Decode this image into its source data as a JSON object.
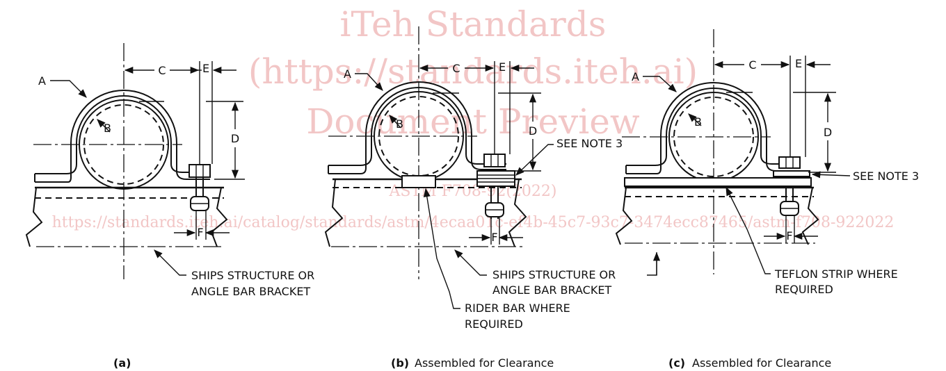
{
  "watermark": {
    "line1": "iTeh Standards",
    "line2": "(https://standards.iteh.ai)",
    "line3": "Document Preview",
    "line4": "ASTM F708-92(2022)",
    "url": "https://standards.iteh.ai/catalog/standards/astm/4ecaa01c-ef4b-45c7-93c7-3474ecc87465/astm-f708-922022"
  },
  "figures": [
    {
      "caption_bold": "(a)",
      "caption_rest": "",
      "labels": {
        "a": "A",
        "b": "B",
        "c": "C",
        "d": "D",
        "e": "E",
        "f": "F"
      },
      "callouts": [
        "SHIPS STRUCTURE OR",
        "ANGLE BAR BRACKET"
      ]
    },
    {
      "caption_bold": "(b)",
      "caption_rest": "Assembled for Clearance",
      "labels": {
        "a": "A",
        "b": "B",
        "c": "C",
        "d": "D",
        "e": "E",
        "f": "F"
      },
      "note": "SEE NOTE 3",
      "callouts": [
        "SHIPS STRUCTURE OR",
        "ANGLE BAR BRACKET"
      ],
      "callouts2": [
        "RIDER BAR WHERE",
        "REQUIRED"
      ]
    },
    {
      "caption_bold": "(c)",
      "caption_rest": "Assembled for Clearance",
      "labels": {
        "a": "A",
        "b": "B",
        "c": "C",
        "d": "D",
        "e": "E",
        "f": "F"
      },
      "note": "SEE NOTE 3",
      "callouts": [
        "TEFLON STRIP WHERE",
        "REQUIRED"
      ]
    }
  ]
}
